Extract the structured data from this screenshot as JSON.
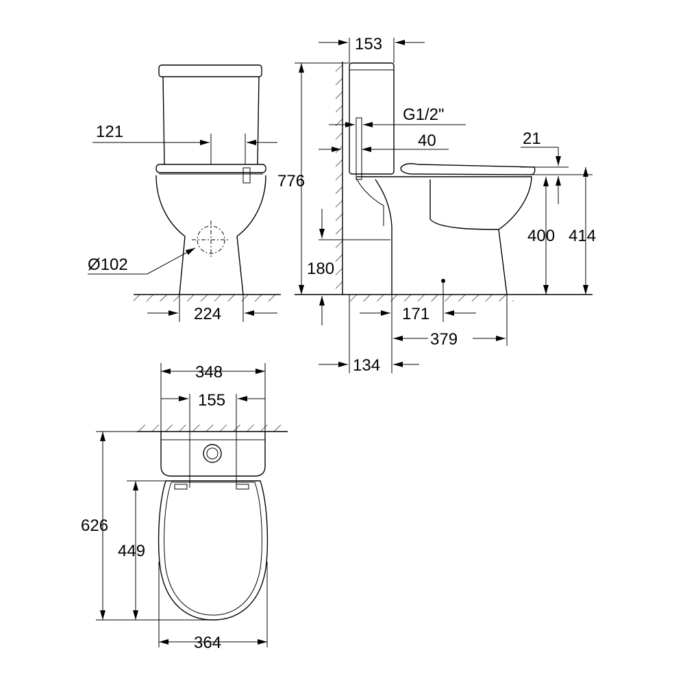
{
  "drawing": {
    "title": "Close-coupled WC dimension drawing",
    "views": [
      "front",
      "side",
      "top"
    ]
  },
  "dimensions": {
    "front": {
      "inlet_offset": "121",
      "outlet_diameter": "Ø102",
      "base_width": "224"
    },
    "side": {
      "tank_depth": "153",
      "water_connection": "G1/2\"",
      "connection_offset": "40",
      "seat_thickness": "21",
      "total_height": "776",
      "bowl_height": "400",
      "seat_height": "414",
      "outlet_height": "180",
      "fixing_offset": "171",
      "base_length": "379",
      "wall_to_base": "134"
    },
    "top": {
      "tank_width": "348",
      "fixing_spacing": "155",
      "total_depth": "626",
      "bowl_depth": "449",
      "bowl_width": "364"
    }
  }
}
